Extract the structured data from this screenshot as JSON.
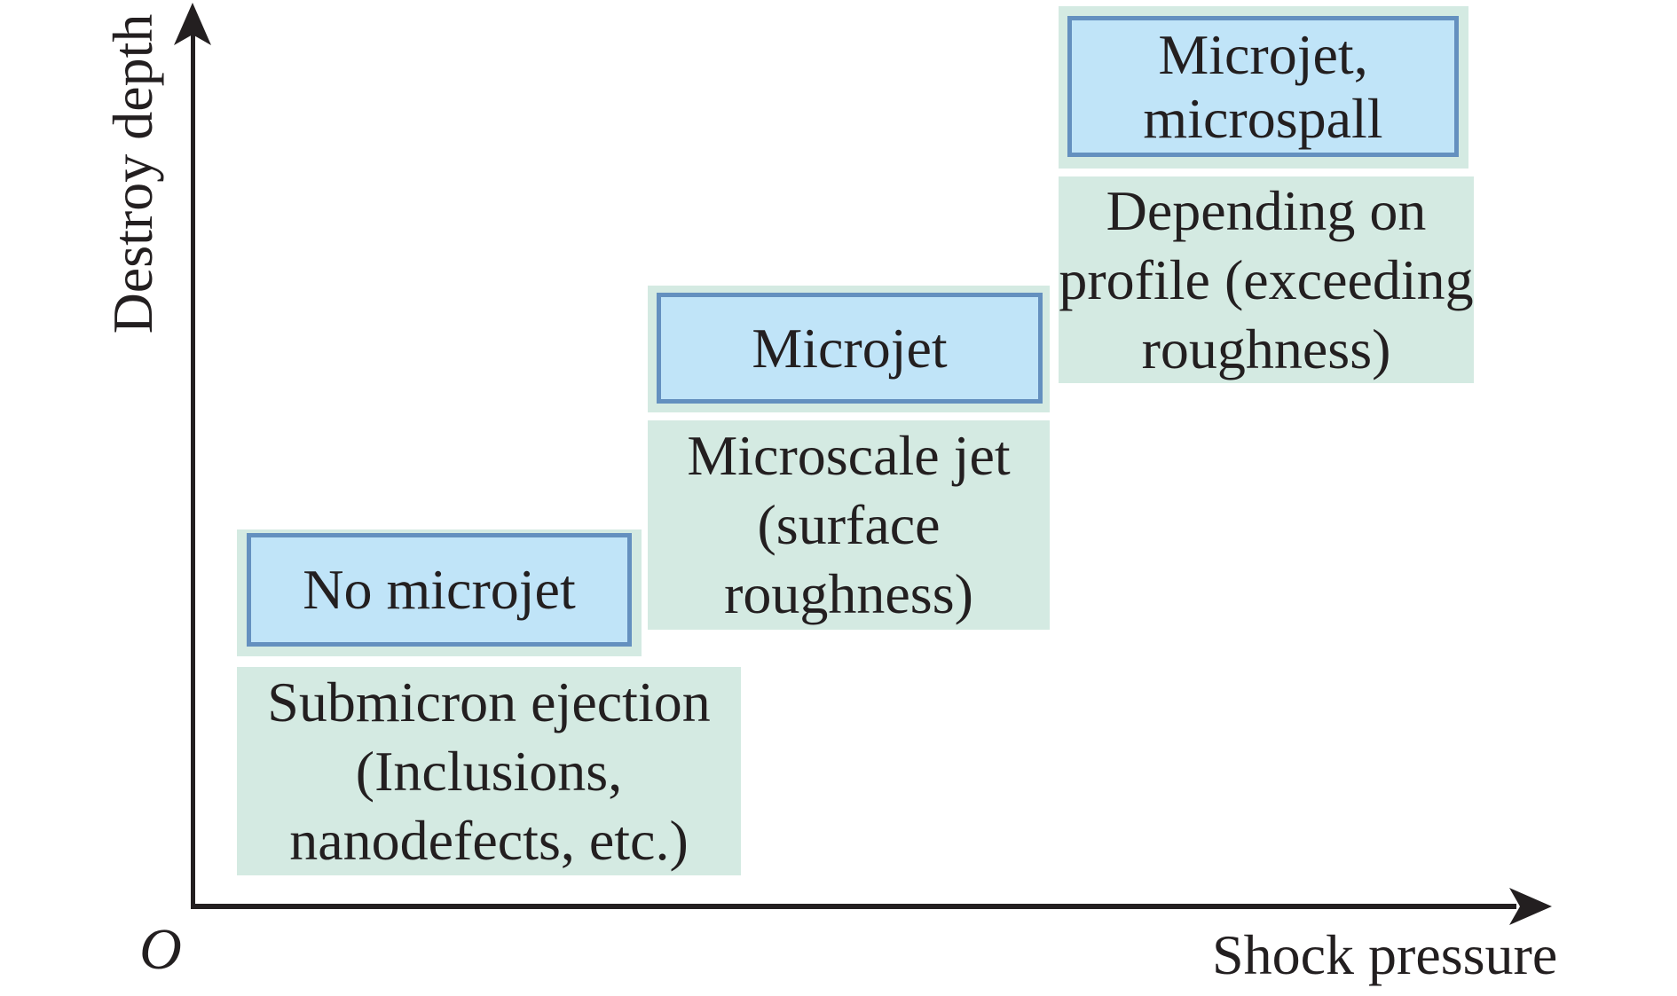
{
  "figure": {
    "axes": {
      "y_label": "Destroy depth",
      "x_label": "Shock pressure",
      "origin": "O"
    },
    "stages": [
      {
        "label_lines": [
          "No microjet"
        ],
        "desc_lines": [
          "Submicron ejection",
          "(Inclusions,",
          "nanodefects, etc.)"
        ]
      },
      {
        "label_lines": [
          "Microjet"
        ],
        "desc_lines": [
          "Microscale jet",
          "(surface",
          "roughness)"
        ]
      },
      {
        "label_lines": [
          "Microjet,",
          "microspall"
        ],
        "desc_lines": [
          "Depending on",
          "profile (exceeding",
          "roughness)"
        ]
      }
    ],
    "colors": {
      "stage_box_fill": "#c0e4f8",
      "stage_box_border": "#6490bf",
      "note_box_fill": "#d4eae2",
      "ink": "#231f20",
      "background": "#ffffff"
    }
  }
}
